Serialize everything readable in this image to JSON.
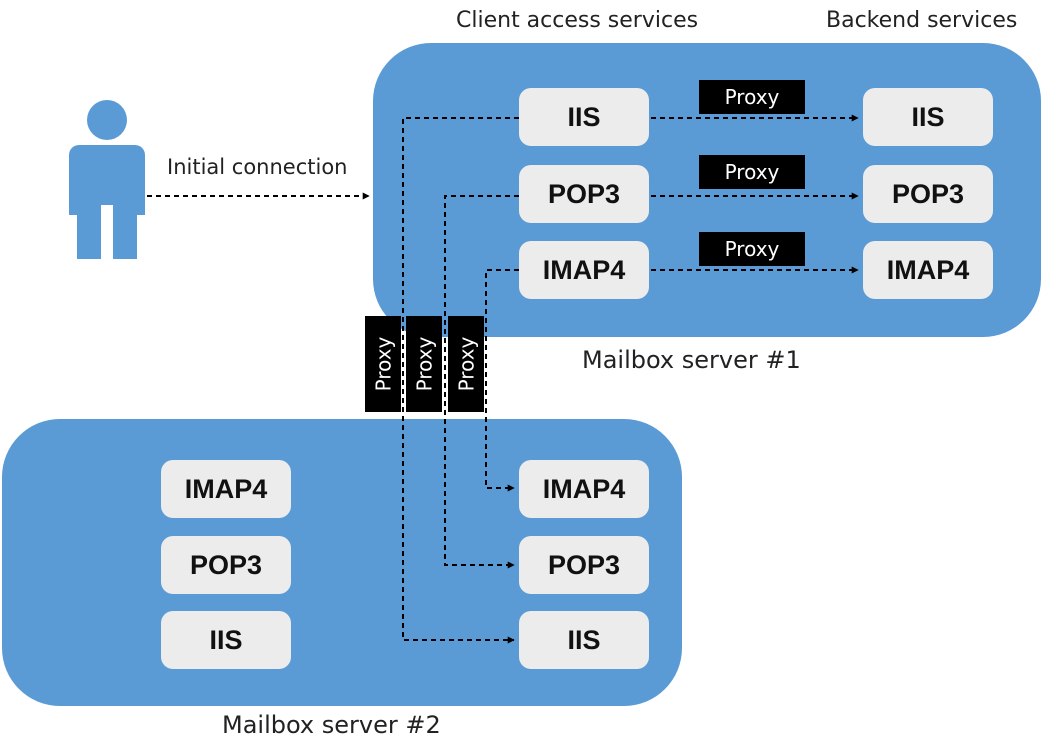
{
  "headers": {
    "client_access": "Client access services",
    "backend": "Backend services"
  },
  "user": {
    "icon": "person-icon",
    "connection_label": "Initial connection"
  },
  "server1": {
    "name": "Mailbox server #1",
    "client_access_services": [
      "IIS",
      "POP3",
      "IMAP4"
    ],
    "backend_services": [
      "IIS",
      "POP3",
      "IMAP4"
    ],
    "proxy_labels": [
      "Proxy",
      "Proxy",
      "Proxy"
    ]
  },
  "server2": {
    "name": "Mailbox server #2",
    "left_services": [
      "IMAP4",
      "POP3",
      "IIS"
    ],
    "right_services": [
      "IMAP4",
      "POP3",
      "IIS"
    ]
  },
  "cross_server_proxies": [
    "Proxy",
    "Proxy",
    "Proxy"
  ],
  "colors": {
    "server_fill": "#5b9bd5",
    "service_box": "#ececec",
    "person": "#5b9bd5",
    "proxy_label_bg": "#000000"
  }
}
